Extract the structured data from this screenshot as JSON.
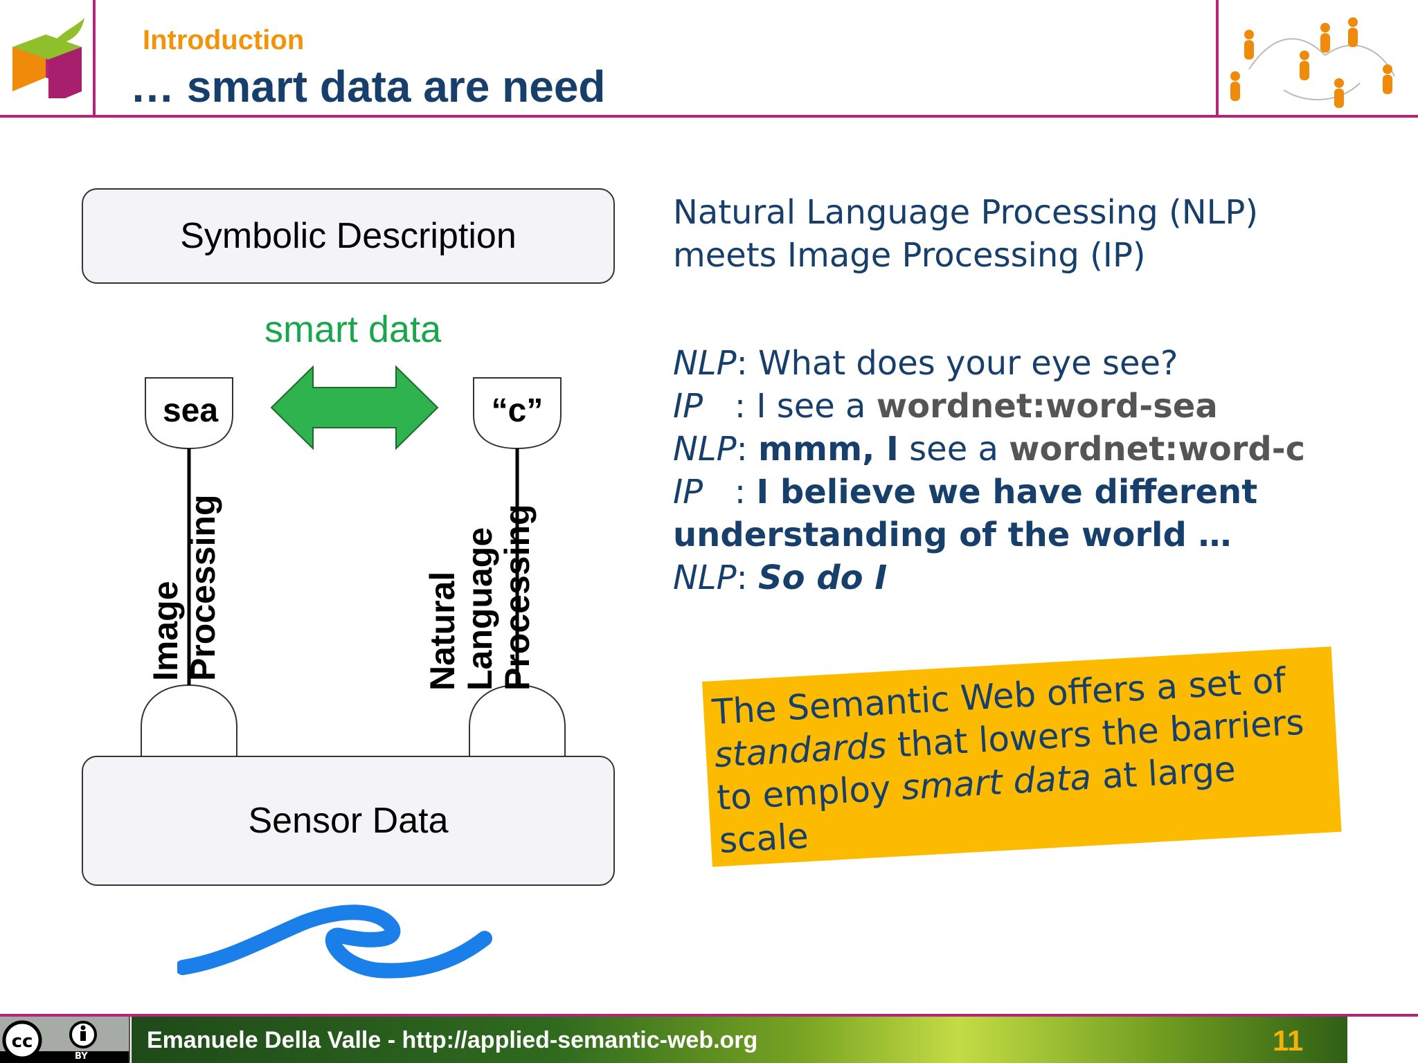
{
  "header": {
    "section": "Introduction",
    "title": "… smart data are need"
  },
  "diagram": {
    "top_box": "Symbolic Description",
    "bottom_box": "Sensor Data",
    "smart_data": "smart data",
    "left_tag": "sea",
    "right_tag": "“c”",
    "left_label_1": "Image",
    "left_label_2": "Processing",
    "right_label_1": "Natural",
    "right_label_2": "Language",
    "right_label_3": "Processing"
  },
  "right": {
    "line1": "Natural Language Processing (NLP)",
    "line2": "meets Image Processing (IP)",
    "d1_speaker": "NLP",
    "d1_text": ": What does your eye see?",
    "d2_speaker": "IP",
    "d2_sep": "   : I see a ",
    "d2_term": "wordnet:word-sea",
    "d3_speaker": "NLP",
    "d3_sep": ": ",
    "d3_bold": "mmm, I",
    "d3_mid": " see a ",
    "d3_term": "wordnet:word-c",
    "d4_speaker": "IP",
    "d4_sep": "   : ",
    "d4_text": "I believe we have different",
    "d4_cont": "understanding of the world …",
    "d5_speaker": "NLP",
    "d5_sep": ": ",
    "d5_text": "So do I"
  },
  "callout": {
    "p1": "The Semantic Web offers a set of ",
    "p2": "standards",
    "p3": " that lowers the barriers to employ ",
    "p4": "smart data",
    "p5": " at large scale"
  },
  "footer": {
    "author": "Emanuele Della Valle - http://applied-semantic-web.org",
    "page": "11",
    "license_by": "BY"
  },
  "colors": {
    "accent": "#b8237a",
    "title": "#173f6b",
    "section": "#f2940a",
    "smart": "#1aa64b",
    "callout": "#fcbb00",
    "wave": "#1a7fe8"
  }
}
